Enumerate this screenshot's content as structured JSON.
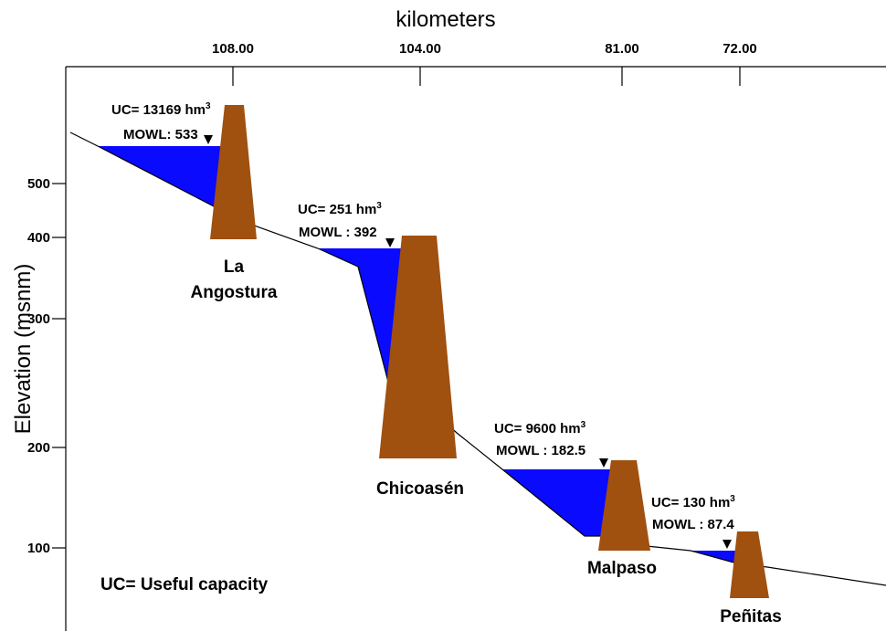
{
  "colors": {
    "water": "#0a0aff",
    "dam": "#a0500f",
    "line": "#000000"
  },
  "axes": {
    "x_label": "kilometers",
    "y_label": "Elevation (msnm)",
    "x_ticks": [
      "108.00",
      "104.00",
      "81.00",
      "72.00"
    ],
    "y_ticks": [
      "500",
      "400",
      "300",
      "200",
      "100"
    ]
  },
  "legend": {
    "text": "UC= Useful capacity"
  },
  "dams": [
    {
      "name_lines": [
        "La",
        "Angostura"
      ],
      "uc_prefix": "UC= 13169 hm",
      "uc_sup": "3",
      "mowl": "MOWL: 533"
    },
    {
      "name_lines": [
        "Chicoasén"
      ],
      "uc_prefix": "UC= 251 hm",
      "uc_sup": "3",
      "mowl": "MOWL : 392"
    },
    {
      "name_lines": [
        "Malpaso"
      ],
      "uc_prefix": "UC= 9600 hm",
      "uc_sup": "3",
      "mowl": "MOWL : 182.5"
    },
    {
      "name_lines": [
        "Peñitas"
      ],
      "uc_prefix": "UC= 130 hm",
      "uc_sup": "3",
      "mowl": "MOWL : 87.4"
    }
  ]
}
